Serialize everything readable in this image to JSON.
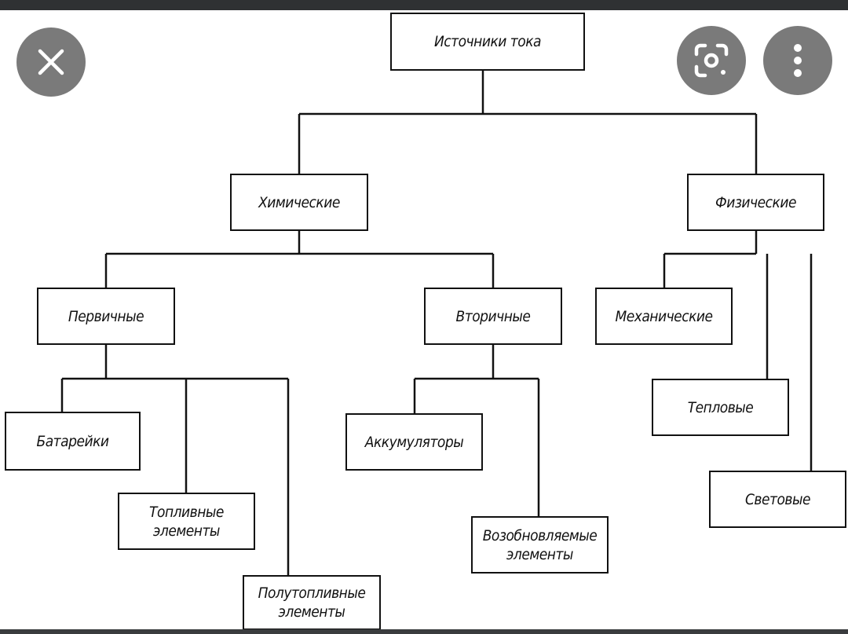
{
  "overlay": {
    "close_icon": "close-icon",
    "lens_icon": "lens-search-icon",
    "more_icon": "more-vert-icon"
  },
  "diagram": {
    "root": "Источники тока",
    "chemical": "Химические",
    "physical": "Физические",
    "primary": "Первичные",
    "secondary": "Вторичные",
    "mechanical": "Механические",
    "thermal": "Тепловые",
    "light": "Световые",
    "batteries": "Батарейки",
    "fuel_cells": "Топливные\nэлементы",
    "semi_fuel_cells": "Полутопливные\nэлементы",
    "accumulators": "Аккумуляторы",
    "renewable_cells": "Возобновляемые\nэлементы"
  }
}
